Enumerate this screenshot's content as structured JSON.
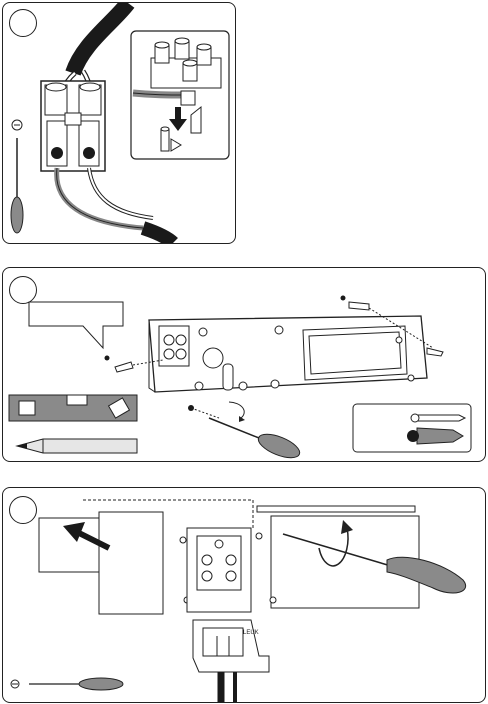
{
  "steps": [
    {
      "number": "",
      "title": ""
    },
    {
      "number": "",
      "title": ""
    },
    {
      "number": "",
      "title": ""
    }
  ],
  "callout_text": "",
  "bracket_marking": "LEUK",
  "colors": {
    "line": "#222222",
    "fill_gray": "#8a8a8a",
    "fill_light": "#e6e6e6",
    "fill_dark": "#1a1a1a"
  },
  "icons": [
    "screwdriver-flat",
    "screwdriver-cross",
    "wall-plug",
    "screw",
    "spirit-level",
    "pencil",
    "rotate-arrow",
    "push-arrow"
  ]
}
